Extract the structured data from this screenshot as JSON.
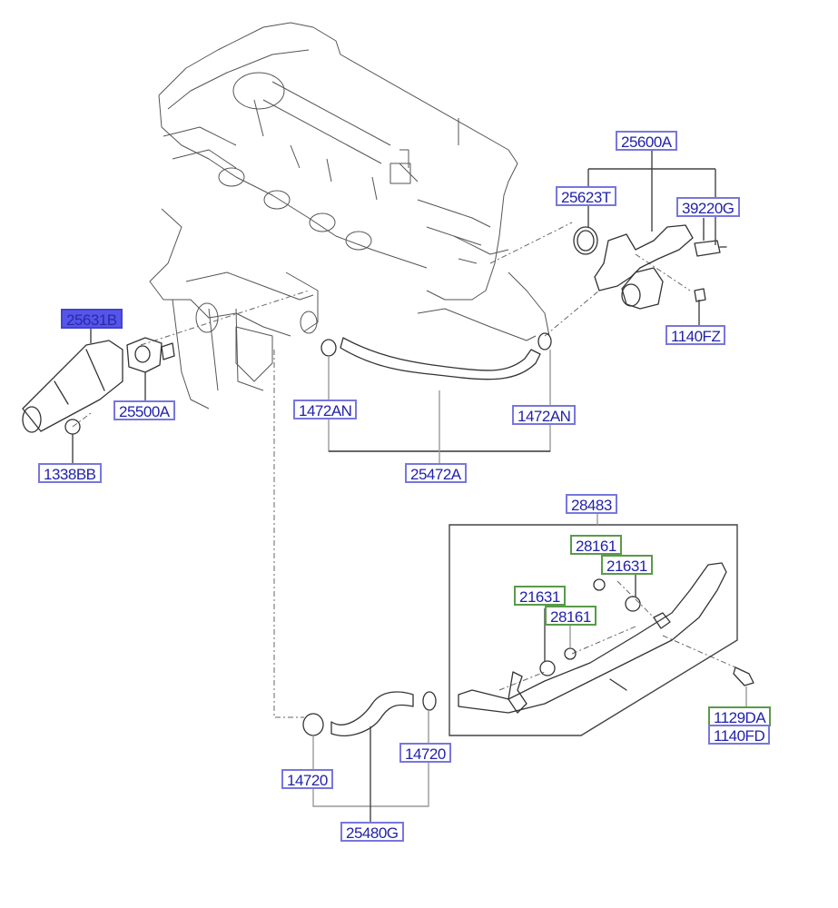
{
  "diagram": {
    "title": "Engine coolant thermostat & water hose parts diagram",
    "colors": {
      "label_text": "#2222aa",
      "label_border_blue": "#7777dd",
      "label_border_green": "#5a9a4a",
      "selected_fill": "#5555ee"
    },
    "callouts": {
      "c25600A": "25600A",
      "c25623T": "25623T",
      "c39220G": "39220G",
      "c1140FZ": "1140FZ",
      "c25631B": "25631B",
      "c25500A": "25500A",
      "c1338BB": "1338BB",
      "c1472AN_left": "1472AN",
      "c1472AN_right": "1472AN",
      "c25472A": "25472A",
      "c28483": "28483",
      "c28161_top": "28161",
      "c21631_top": "21631",
      "c21631_left": "21631",
      "c28161_mid": "28161",
      "c1129DA": "1129DA",
      "c1140FD": "1140FD",
      "c14720_left": "14720",
      "c14720_right": "14720",
      "c25480G": "25480G"
    },
    "selected_part": "25631B"
  }
}
